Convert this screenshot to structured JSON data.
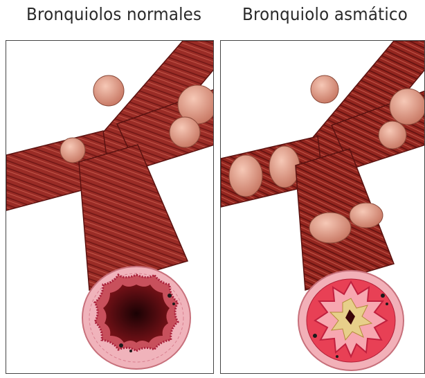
{
  "panels": [
    {
      "title": "Bronquiolos normales",
      "state": "normal"
    },
    {
      "title": "Bronquiolo asmático",
      "state": "asthmatic"
    }
  ],
  "colors": {
    "muscle": "#9a2c26",
    "muscle_dark": "#6b1513",
    "muscle_light": "#c2574a",
    "alveolus": "#e3a08c",
    "wall_pink": "#f0b3bb",
    "lumen_dark": "#3a0508",
    "inflamed": "#e84055",
    "mucus": "#e7cf8a"
  },
  "icons": [
    "bronchiole-illustration-normal",
    "bronchiole-illustration-asthmatic"
  ]
}
